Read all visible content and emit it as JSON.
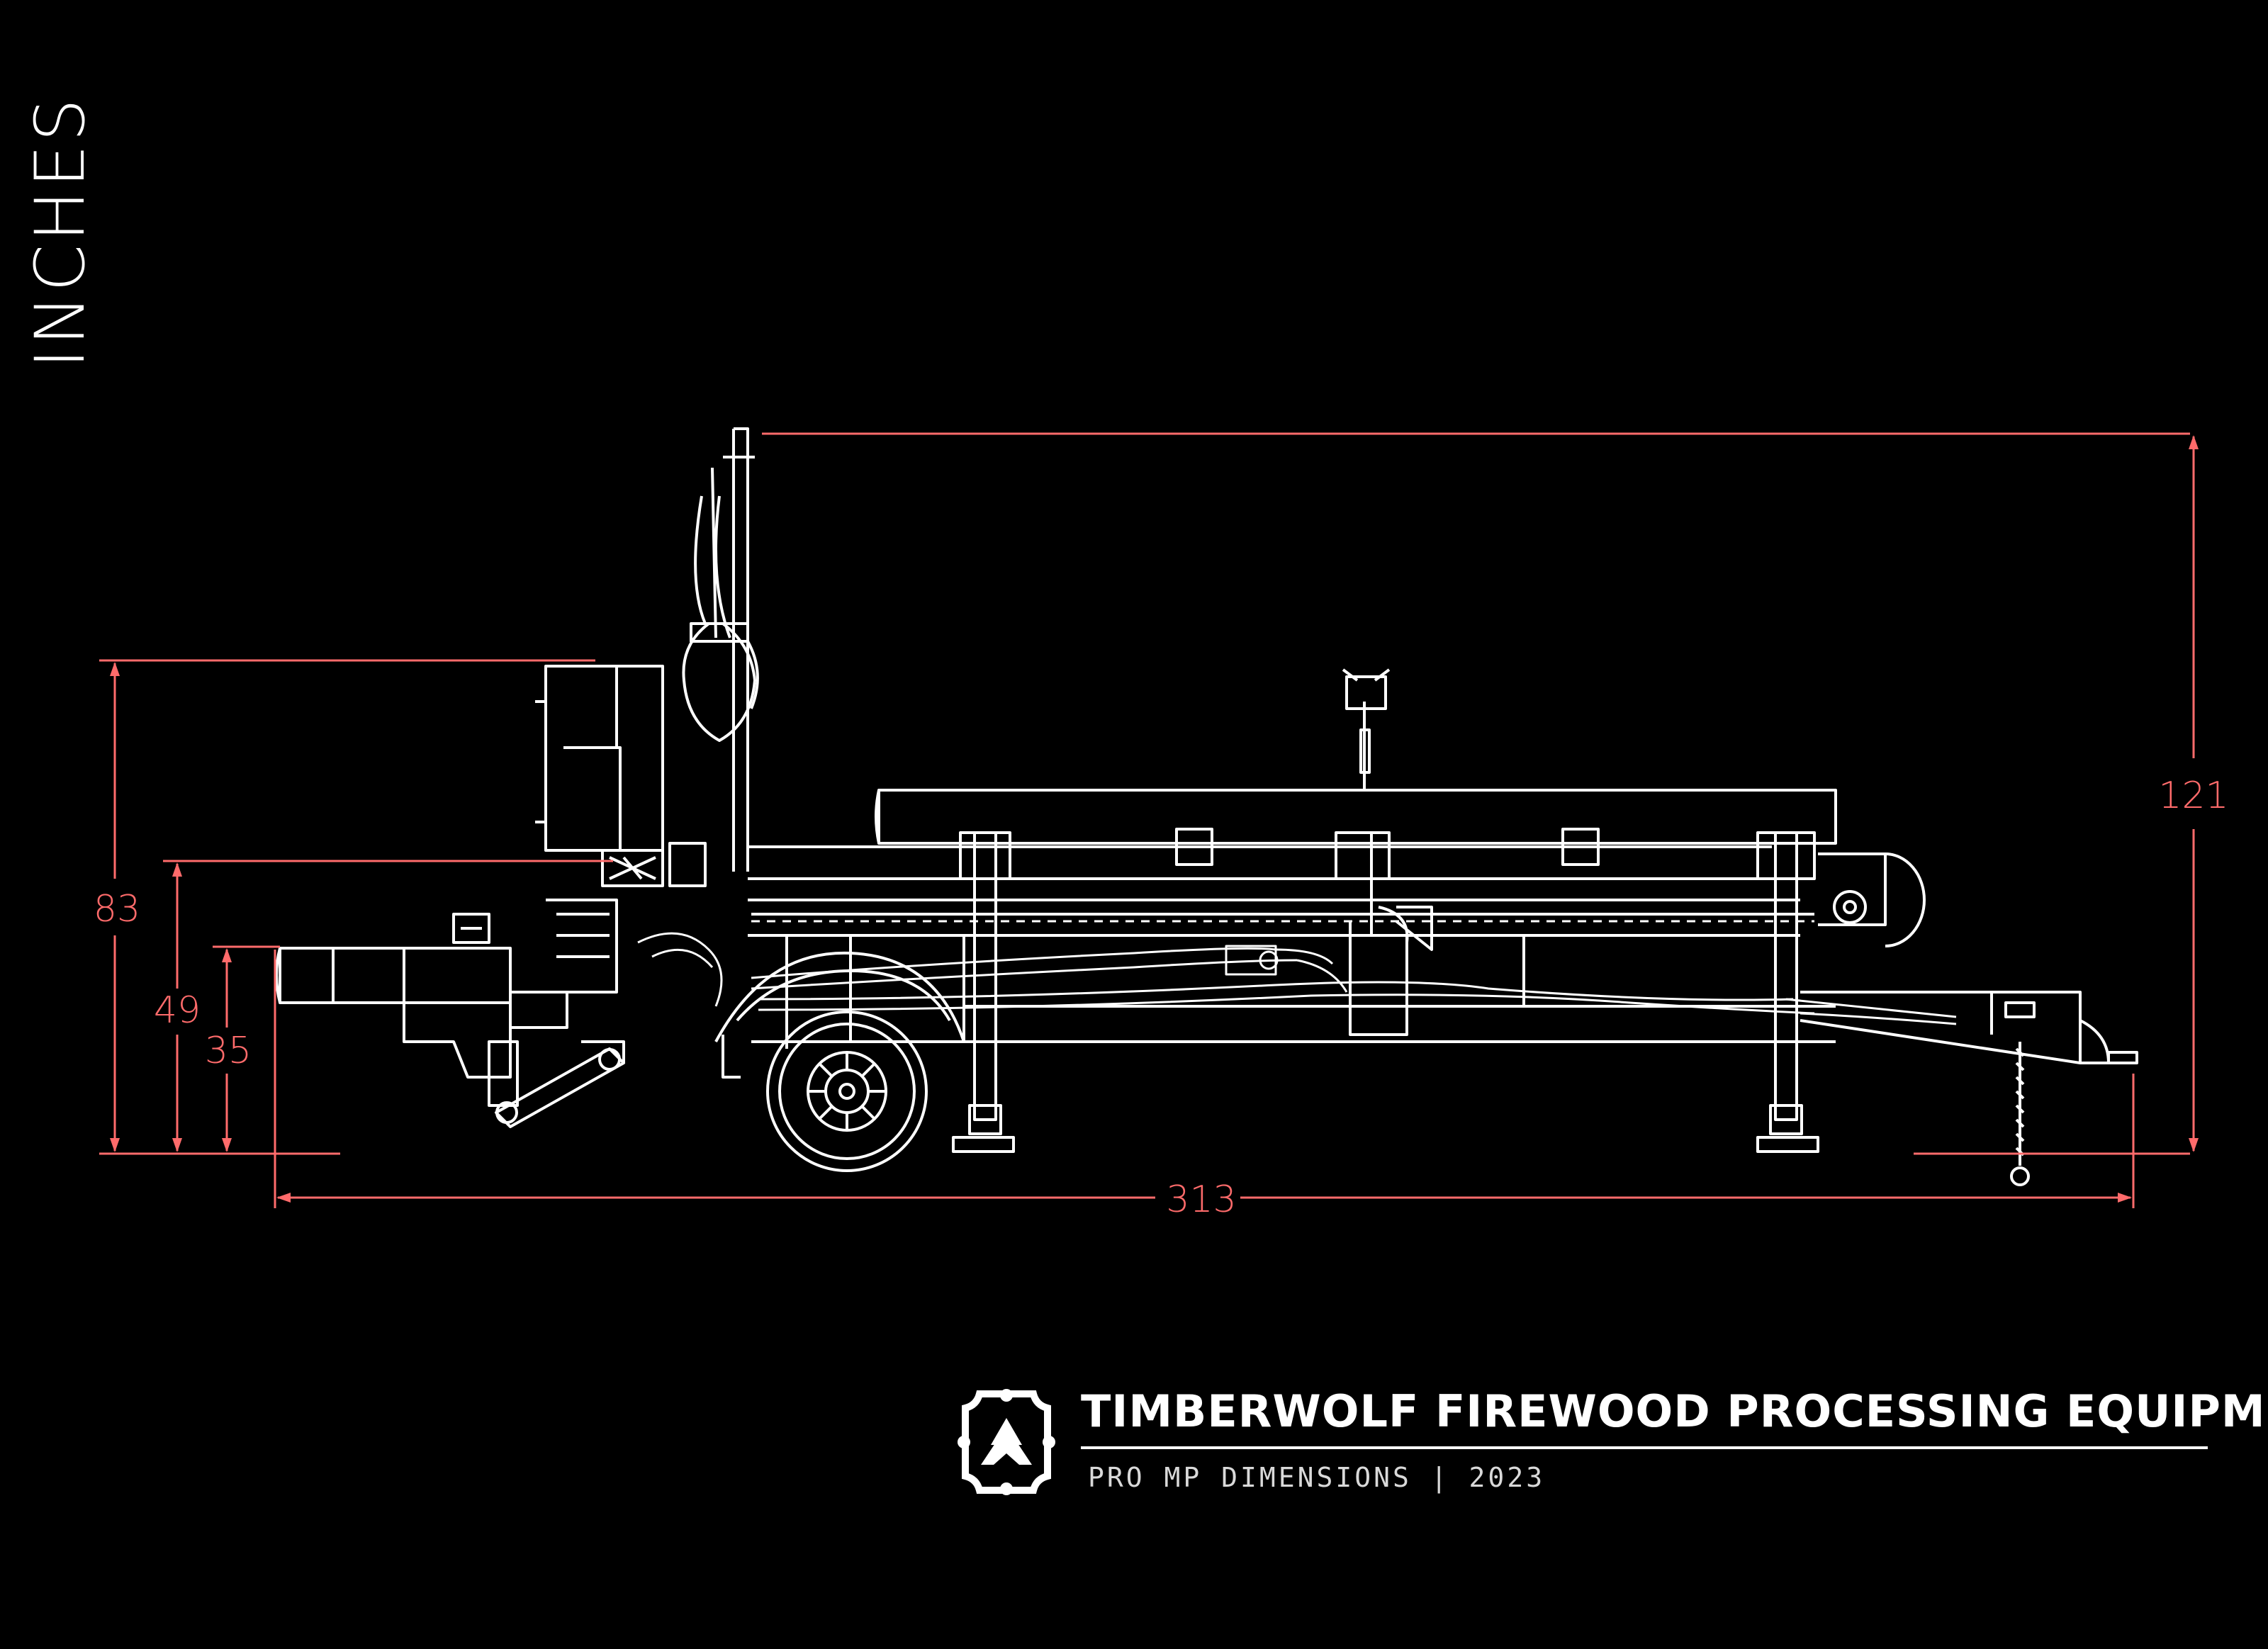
{
  "units_label": "INCHES",
  "dimensions": {
    "length": "313",
    "height_total": "121",
    "height_hopper": "83",
    "height_mid": "49",
    "height_low": "35"
  },
  "branding": {
    "title": "TIMBERWOLF FIREWOOD PROCESSING EQUIPMENT",
    "subtitle": "PRO MP DIMENSIONS | 2023"
  },
  "colors": {
    "background": "#000000",
    "line_art": "#ffffff",
    "dimension": "#ff6b6b"
  },
  "icons": [
    "timberwolf-logo-icon"
  ]
}
